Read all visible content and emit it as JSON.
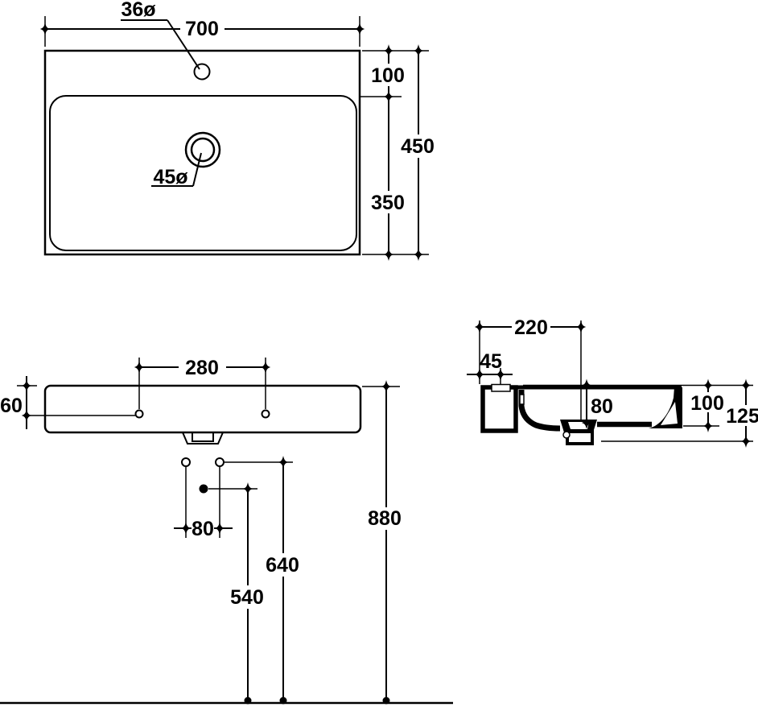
{
  "drawing": {
    "type": "washbasin-technical-drawing",
    "ink_color": "#000000",
    "paper_color": "#ffffff",
    "plan": {
      "width": "700",
      "tap_hole_dia": "36ø",
      "drain_dia": "45ø",
      "rim_to_bowl": "100",
      "depth": "450",
      "bowl_to_front": "350"
    },
    "front": {
      "fixing_hole_spacing": "280",
      "rim_to_fixing_holes": "60",
      "outlet_hole_spacing": "80",
      "trap_outlet_height": "540",
      "lower_holes_height": "640",
      "rim_height": "880"
    },
    "side": {
      "rear_to_drain": "220",
      "rear_ledge": "45",
      "rim_to_drain_top": "80",
      "rim_to_underside": "100",
      "edge_height": "125"
    }
  }
}
